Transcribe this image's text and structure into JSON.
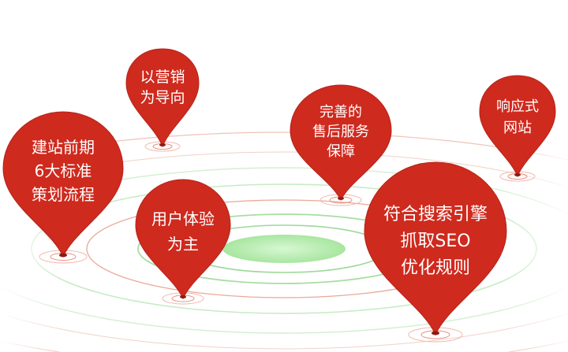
{
  "colors": {
    "pin_red": "#cf2a1e",
    "pin_red_dark": "#a81d13",
    "ring_green": "#8ad88a",
    "ring_red": "#e07a6a",
    "center_green": "#bff0b8"
  },
  "pins": [
    {
      "id": "seo-marketing",
      "lines": [
        "以营销",
        "为导向"
      ]
    },
    {
      "id": "standard-process",
      "lines": [
        "建站前期",
        "6大标准",
        "策划流程"
      ]
    },
    {
      "id": "user-experience",
      "lines": [
        "用户体验",
        "为主"
      ]
    },
    {
      "id": "after-sales",
      "lines": [
        "完善的",
        "售后服务",
        "保障"
      ]
    },
    {
      "id": "responsive",
      "lines": [
        "响应式",
        "网站"
      ]
    },
    {
      "id": "seo-rules",
      "lines": [
        "符合搜索引擎",
        "抓取SEO",
        "优化规则"
      ]
    }
  ]
}
